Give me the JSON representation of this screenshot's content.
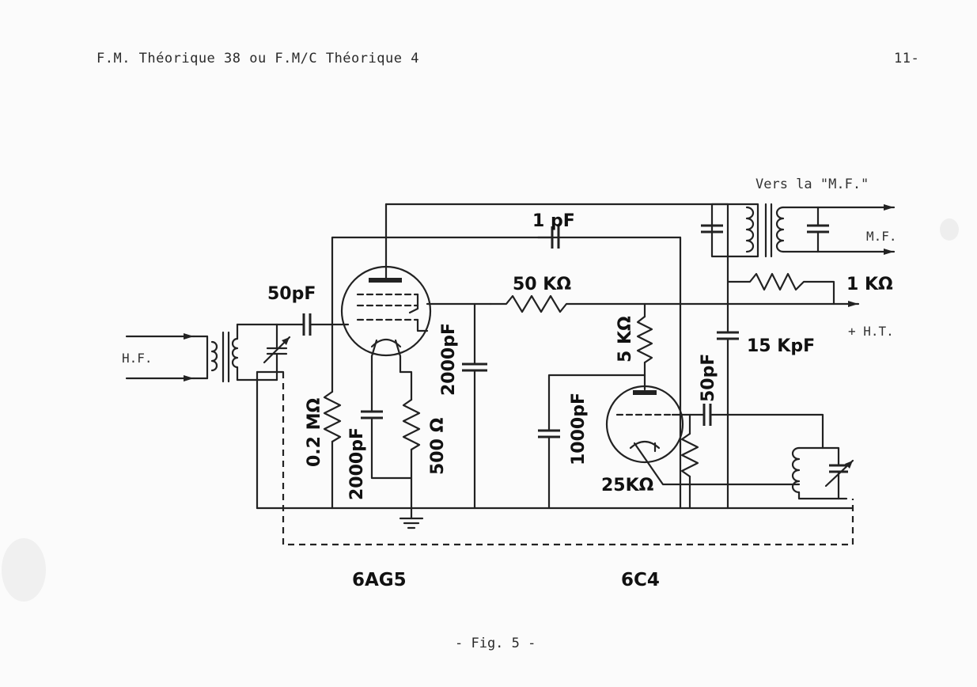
{
  "header": {
    "left": "F.M. Théorique 38  ou  F.M/C Théorique 4",
    "page_number": "11-"
  },
  "caption": "- Fig. 5 -",
  "diagram": {
    "terminals": {
      "hf": "H.F.",
      "vers_mf": "Vers la \"M.F.\"",
      "mf": "M.F.",
      "ht": "+ H.T."
    },
    "labels": {
      "c_1pf": "1 pF",
      "c_50pf_in": "50pF",
      "r_50k": "50 KΩ",
      "r_5k": "5 KΩ",
      "r_1k": "1 KΩ",
      "c_15kpf": "15 KpF",
      "c_2000pf_mid": "2000pF",
      "c_50pf_right": "50pF",
      "c_1000pf": "1000pF",
      "r_02m": "0.2 MΩ",
      "c_2000pf_cath": "2000pF",
      "r_500": "500 Ω",
      "r_25k": "25KΩ"
    },
    "tubes": {
      "left": "6AG5",
      "right": "6C4"
    }
  }
}
